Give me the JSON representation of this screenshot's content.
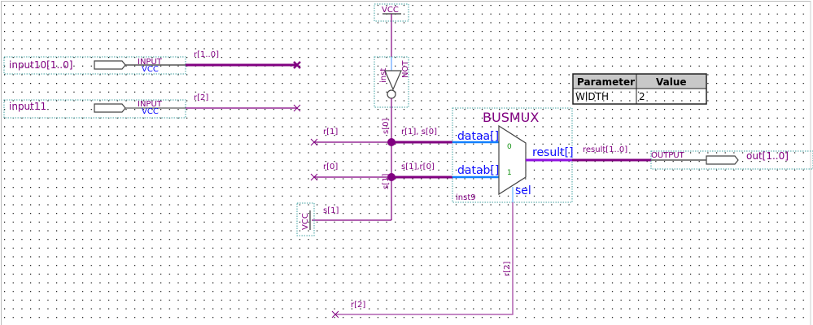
{
  "colors": {
    "wire": "#800080",
    "port": "#1010ff",
    "pin_index": "#109010",
    "grid_dot": "#000000",
    "frame": "#40a0a0",
    "table_header": "#c8c8c8"
  },
  "inputs": [
    {
      "name": "input10[1..0]",
      "type": "INPUT",
      "default": "VCC",
      "net": "r[1..0]"
    },
    {
      "name": "input11",
      "type": "INPUT",
      "default": "VCC",
      "net": "r[2]"
    }
  ],
  "vcc_top": "VCC",
  "not_gate": {
    "inst": "inst",
    "type": "NOT",
    "out_net": "s[0]"
  },
  "vcc_left": "VCC",
  "nets": {
    "r1": "r[1]",
    "r0": "r[0]",
    "s1": "s[1]",
    "s1_vert": "s[1]",
    "dataa_bus": "r[1], s[0]",
    "datab_bus": "s[1],r[0]",
    "result_bus": "result[1..0]",
    "r2_vert": "r[2]",
    "r2_bottom": "r[2]"
  },
  "busmux": {
    "title": "BUSMUX",
    "dataa": "dataa[]",
    "datab": "datab[]",
    "idx0": "0",
    "idx1": "1",
    "result": "result[]",
    "sel": "sel",
    "inst": "inst9"
  },
  "output": {
    "type": "OUTPUT",
    "name": "out[1..0]"
  },
  "param_table": {
    "headers": [
      "Parameter",
      "Value"
    ],
    "rows": [
      [
        "WIDTH",
        "2"
      ]
    ]
  }
}
